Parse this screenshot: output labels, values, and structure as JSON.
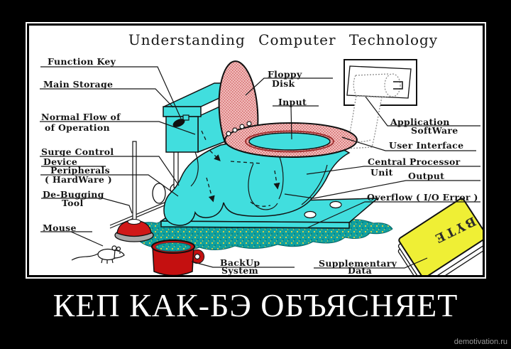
{
  "poster": {
    "caption": "КЕП КАК-БЭ ОБЪЯСНЯЕТ",
    "watermark": "demotivation.ru"
  },
  "diagram": {
    "title": "Understanding Computer Technology",
    "labels": {
      "function_key": "Function Key",
      "main_storage": "Main Storage",
      "normal_flow_line1": "Normal Flow of",
      "normal_flow_line2": "of Operation",
      "surge_control": "Surge Control",
      "device_line1": "Device",
      "device_line2": "Peripherals",
      "device_line3": "( HardWare )",
      "debugging_line1": "De-Bugging",
      "debugging_line2": "Tool",
      "mouse": "Mouse",
      "floppy_line1": "Floppy",
      "floppy_line2": "Disk",
      "input": "Input",
      "application_line1": "Application",
      "application_line2": "SoftWare",
      "user_interface": "User Interface",
      "cpu_line1": "Central Processor",
      "cpu_line2": "Unit",
      "output": "Output",
      "overflow": "Overflow ( I/O Error )",
      "backup_line1": "BackUp",
      "backup_line2": "System",
      "supplementary_line1": "Supplementary",
      "supplementary_line2": "Data",
      "magazine": "BYTE"
    },
    "colors": {
      "toilet_cyan": "#41DEDE",
      "seat_pink": "#E89090",
      "spill_teal": "#0FA0A0",
      "speckle_yellow": "#E6D23C",
      "pot_red": "#C41010",
      "magazine_yellow": "#EFEF35",
      "background": "#000000",
      "panel": "#FFFFFF",
      "caption_text": "#FFFFFF",
      "watermark_text": "#9A9A9A"
    }
  }
}
